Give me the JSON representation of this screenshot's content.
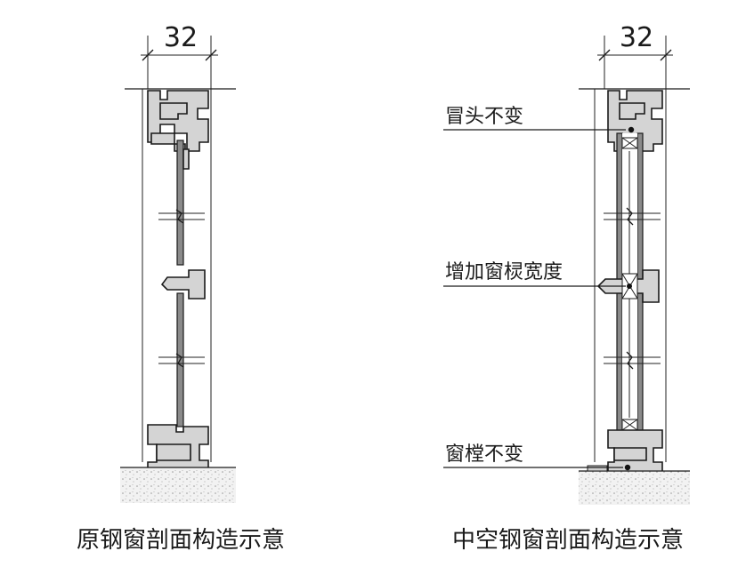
{
  "left_diagram": {
    "dimension": "32",
    "caption": "原钢窗剖面构造示意"
  },
  "right_diagram": {
    "dimension": "32",
    "caption": "中空钢窗剖面构造示意",
    "callouts": [
      {
        "text": "冒头不变"
      },
      {
        "text": "增加窗棂宽度"
      },
      {
        "text": "窗樘不变"
      }
    ]
  },
  "colors": {
    "line": "#1a1a1a",
    "profile_fill": "#d4d4d4",
    "glass_fill": "#8a8a8a"
  }
}
